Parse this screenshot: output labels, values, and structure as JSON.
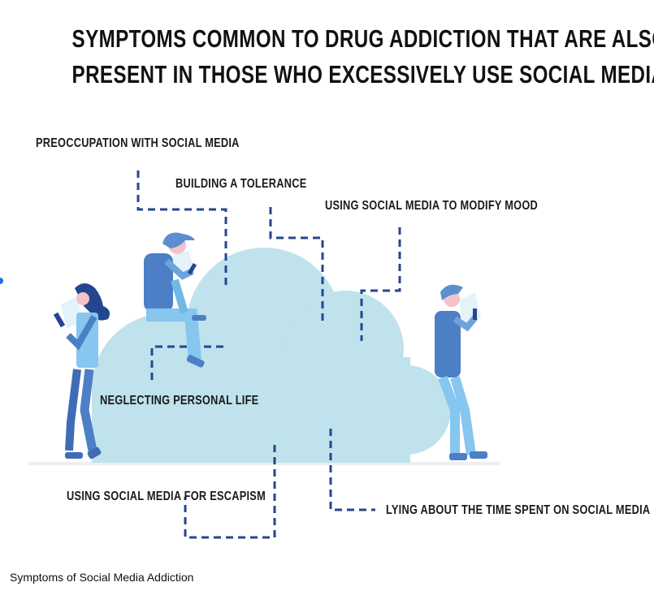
{
  "title": {
    "line1": "SYMPTOMS COMMON TO DRUG ADDICTION THAT ARE ALSO",
    "line2": "PRESENT IN THOSE WHO EXCESSIVELY USE SOCIAL MEDIA"
  },
  "symptoms": [
    "PREOCCUPATION WITH SOCIAL MEDIA",
    "BUILDING A TOLERANCE",
    "USING SOCIAL MEDIA TO MODIFY MOOD",
    "NEGLECTING PERSONAL LIFE",
    "USING SOCIAL MEDIA FOR ESCAPISM",
    "LYING ABOUT THE TIME SPENT ON SOCIAL MEDIA"
  ],
  "caption": "Symptoms of Social Media Addiction",
  "colors": {
    "cloud": "#bfe2ec",
    "dash": "#26468f",
    "figure_dark": "#4d7fc6",
    "figure_light": "#86c6ef",
    "hair": "#23468f",
    "skin": "#f3c3c9"
  }
}
